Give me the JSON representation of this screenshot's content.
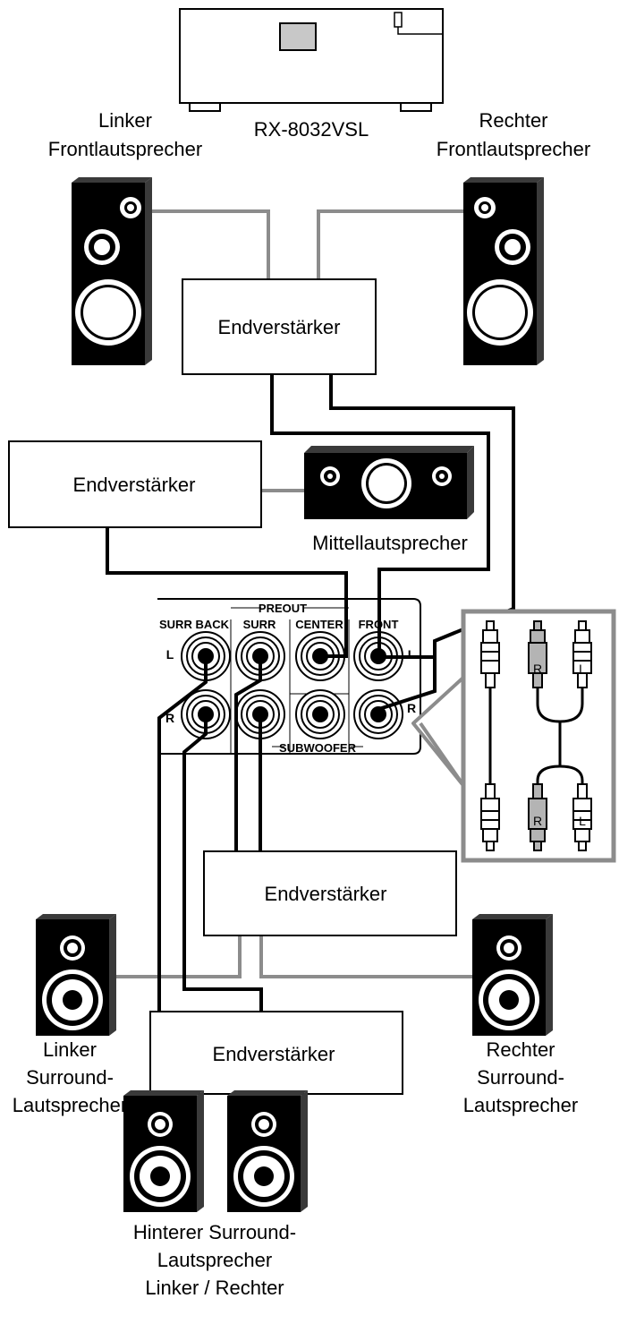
{
  "receiver": {
    "model": "RX-8032VSL"
  },
  "amplifier_label": "Endverstärker",
  "speakers": {
    "front_left": [
      "Linker",
      "Frontlautsprecher"
    ],
    "front_right": [
      "Rechter",
      "Frontlautsprecher"
    ],
    "center": "Mittellautsprecher",
    "surround_left": [
      "Linker",
      "Surround-",
      "Lautsprecher"
    ],
    "surround_right": [
      "Rechter",
      "Surround-",
      "Lautsprecher"
    ],
    "surround_back": [
      "Hinterer Surround-",
      "Lautsprecher",
      "Linker / Rechter"
    ]
  },
  "preout_panel": {
    "title": "PREOUT",
    "columns": [
      "SURR BACK",
      "SURR",
      "CENTER",
      "FRONT"
    ],
    "left_channel": "L",
    "right_channel": "R",
    "subwoofer": "SUBWOOFER"
  },
  "cable_inset": {
    "plug_left": "L",
    "plug_right": "R"
  },
  "colors": {
    "line": "#000000",
    "speaker_wire": "#8c8c8c",
    "plug_gray": "#b4b4b4"
  }
}
